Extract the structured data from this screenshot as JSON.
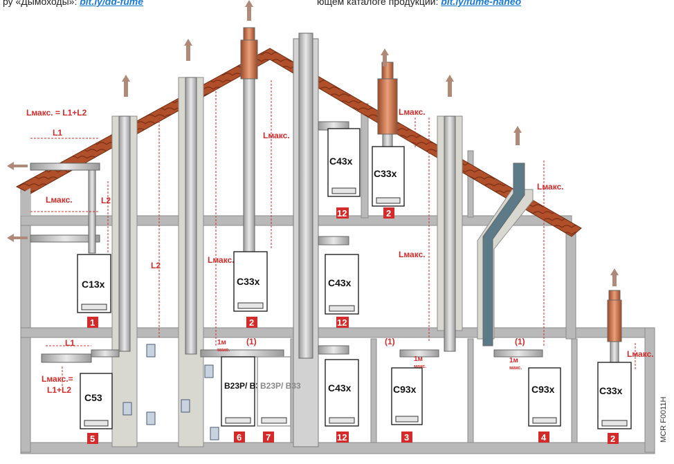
{
  "header": {
    "left_text": "ру «Дымоходы»:",
    "left_link": "bit.ly/dd-fume",
    "right_text": "ющем каталоге продукции:",
    "right_link": "bit.ly/fume-haneo"
  },
  "labels": {
    "lmax_l1_l2": "Lмакс. = L1+L2",
    "l1": "L1",
    "l2": "L2",
    "lmax": "Lмакс.",
    "lmax_bottom": "Lмакс.=",
    "l1_l2": "L1+L2",
    "one_m": "1м",
    "max": "макс.",
    "note_1": "(1)"
  },
  "boilers": [
    {
      "id": "c13x",
      "label": "C13x"
    },
    {
      "id": "c33x-mid",
      "label": "C33x"
    },
    {
      "id": "c43x-top",
      "label": "C43x"
    },
    {
      "id": "c33x-top",
      "label": "C33x"
    },
    {
      "id": "c43x-mid",
      "label": "C43x"
    },
    {
      "id": "c53",
      "label": "C53"
    },
    {
      "id": "b23p-6",
      "label": "B23P/ B33"
    },
    {
      "id": "b23p-7",
      "label": "B23P/ B33"
    },
    {
      "id": "c43x-bot",
      "label": "C43x"
    },
    {
      "id": "c93x-3",
      "label": "C93x"
    },
    {
      "id": "c93x-4",
      "label": "C93x"
    },
    {
      "id": "c33x-right",
      "label": "C33x"
    }
  ],
  "numbers": [
    "1",
    "2",
    "12",
    "12",
    "2",
    "5",
    "6",
    "7",
    "12",
    "3",
    "4",
    "2"
  ],
  "code": "MCR F0011H",
  "colors": {
    "red": "#d42a2a",
    "roof": "#a0522d",
    "wall": "#b7b7b7",
    "copper": "#c8643a",
    "blue": "#1a9fe0"
  }
}
